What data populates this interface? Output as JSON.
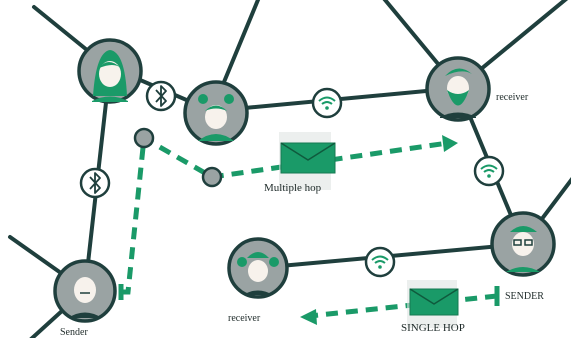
{
  "colors": {
    "line": "#1f3f3d",
    "node_fill": "#9aa3a3",
    "node_ring": "#1f3f3d",
    "accent": "#1a9a68",
    "accent_dark": "#157a52",
    "skin": "#f7f2ec",
    "badge_fill": "#ffffff"
  },
  "labels": {
    "sender_bottom_left": "Sender",
    "receiver_top_right": "receiver",
    "receiver_bottom": "receiver",
    "sender_right": "SENDER",
    "multiple_hop": "Multiple hop",
    "single_hop": "SINGLE HOP"
  },
  "icons": {
    "bluetooth_badges": [
      "bluetooth-icon",
      "bluetooth-icon"
    ],
    "wifi_badges": [
      "wifi-icon",
      "wifi-icon",
      "wifi-icon"
    ],
    "envelopes": [
      "envelope-icon",
      "envelope-icon"
    ]
  }
}
